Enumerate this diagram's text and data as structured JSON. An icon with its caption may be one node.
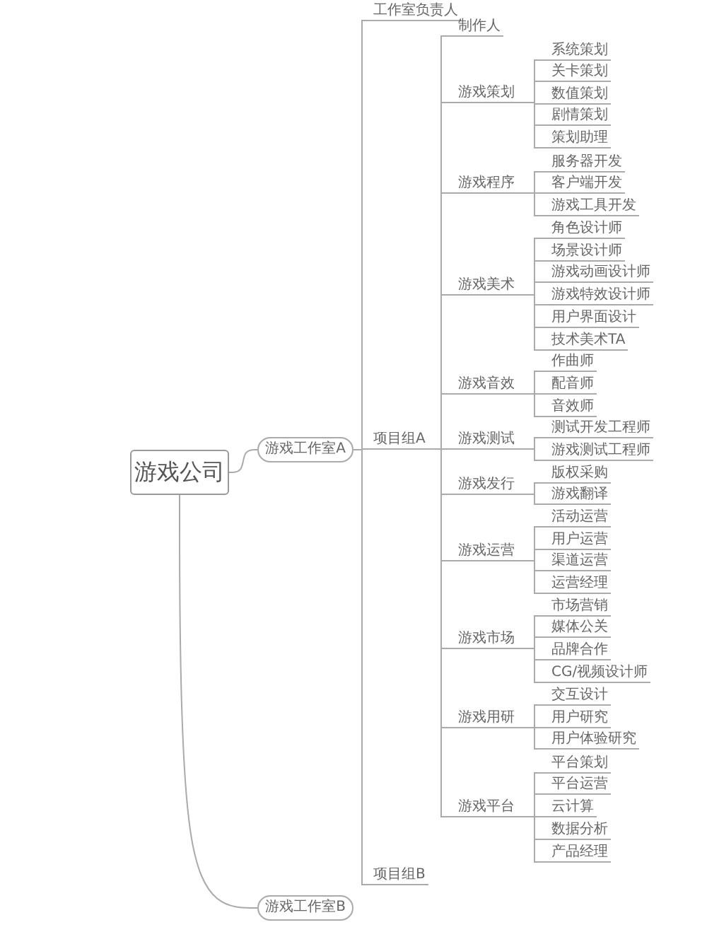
{
  "diagram": {
    "nodes": [
      {
        "text": [
          "游戏公司"
        ]
      },
      {
        "text": [
          "游戏工作室A"
        ]
      },
      {
        "text": [
          "工作室负责人"
        ]
      },
      {
        "text": [
          "项目组A"
        ]
      },
      {
        "text": [
          "制作人"
        ]
      },
      {
        "text": [
          "游戏策划"
        ]
      },
      {
        "text": [
          "系统策划"
        ]
      },
      {
        "text": [
          "关卡策划"
        ]
      },
      {
        "text": [
          "数值策划"
        ]
      },
      {
        "text": [
          "剧情策划"
        ]
      },
      {
        "text": [
          "策划助理"
        ]
      },
      {
        "text": [
          "游戏程序"
        ]
      },
      {
        "text": [
          "服务器开发"
        ]
      },
      {
        "text": [
          "客户端开发"
        ]
      },
      {
        "text": [
          "游戏工具开发"
        ]
      },
      {
        "text": [
          "游戏美术"
        ]
      },
      {
        "text": [
          "角色设计师"
        ]
      },
      {
        "text": [
          "场景设计师"
        ]
      },
      {
        "text": [
          "游戏动画设计师"
        ]
      },
      {
        "text": [
          "游戏特效设计师"
        ]
      },
      {
        "text": [
          "用户界面设计"
        ]
      },
      {
        "text": [
          "技术美术TA"
        ]
      },
      {
        "text": [
          "游戏音效"
        ]
      },
      {
        "text": [
          "作曲师"
        ]
      },
      {
        "text": [
          "配音师"
        ]
      },
      {
        "text": [
          "音效师"
        ]
      },
      {
        "text": [
          "游戏测试"
        ]
      },
      {
        "text": [
          "测试开发工程师"
        ]
      },
      {
        "text": [
          "游戏测试工程师"
        ]
      },
      {
        "text": [
          "游戏发行"
        ]
      },
      {
        "text": [
          "版权采购"
        ]
      },
      {
        "text": [
          "游戏翻译"
        ]
      },
      {
        "text": [
          "游戏运营"
        ]
      },
      {
        "text": [
          "活动运营"
        ]
      },
      {
        "text": [
          "用户运营"
        ]
      },
      {
        "text": [
          "渠道运营"
        ]
      },
      {
        "text": [
          "运营经理"
        ]
      },
      {
        "text": [
          "游戏市场"
        ]
      },
      {
        "text": [
          "市场营销"
        ]
      },
      {
        "text": [
          "媒体公关"
        ]
      },
      {
        "text": [
          "品牌合作"
        ]
      },
      {
        "text": [
          "CG/视频设计师"
        ]
      },
      {
        "text": [
          "游戏用研"
        ]
      },
      {
        "text": [
          "交互设计"
        ]
      },
      {
        "text": [
          "用户研究"
        ]
      },
      {
        "text": [
          "用户体验研究"
        ]
      },
      {
        "text": [
          "游戏平台"
        ]
      },
      {
        "text": [
          "平台策划"
        ]
      },
      {
        "text": [
          "平台运营"
        ]
      },
      {
        "text": [
          "云计算"
        ]
      },
      {
        "text": [
          "数据分析"
        ]
      },
      {
        "text": [
          "产品经理"
        ]
      },
      {
        "text": [
          "项目组B"
        ]
      },
      {
        "text": [
          "游戏工作室B"
        ]
      }
    ],
    "edges": [
      {
        "from": 0,
        "to": 1,
        "arrow": "none"
      },
      {
        "from": 0,
        "to": 53,
        "arrow": "none"
      },
      {
        "from": 1,
        "to": 2,
        "arrow": "none"
      },
      {
        "from": 1,
        "to": 3,
        "arrow": "none"
      },
      {
        "from": 1,
        "to": 52,
        "arrow": "none"
      },
      {
        "from": 3,
        "to": 4,
        "arrow": "none"
      },
      {
        "from": 3,
        "to": 5,
        "arrow": "none"
      },
      {
        "from": 3,
        "to": 11,
        "arrow": "none"
      },
      {
        "from": 3,
        "to": 15,
        "arrow": "none"
      },
      {
        "from": 3,
        "to": 22,
        "arrow": "none"
      },
      {
        "from": 3,
        "to": 26,
        "arrow": "none"
      },
      {
        "from": 3,
        "to": 29,
        "arrow": "none"
      },
      {
        "from": 3,
        "to": 32,
        "arrow": "none"
      },
      {
        "from": 3,
        "to": 37,
        "arrow": "none"
      },
      {
        "from": 3,
        "to": 42,
        "arrow": "none"
      },
      {
        "from": 3,
        "to": 46,
        "arrow": "none"
      },
      {
        "from": 5,
        "to": 6,
        "arrow": "none"
      },
      {
        "from": 5,
        "to": 7,
        "arrow": "none"
      },
      {
        "from": 5,
        "to": 8,
        "arrow": "none"
      },
      {
        "from": 5,
        "to": 9,
        "arrow": "none"
      },
      {
        "from": 5,
        "to": 10,
        "arrow": "none"
      },
      {
        "from": 11,
        "to": 12,
        "arrow": "none"
      },
      {
        "from": 11,
        "to": 13,
        "arrow": "none"
      },
      {
        "from": 11,
        "to": 14,
        "arrow": "none"
      },
      {
        "from": 15,
        "to": 16,
        "arrow": "none"
      },
      {
        "from": 15,
        "to": 17,
        "arrow": "none"
      },
      {
        "from": 15,
        "to": 18,
        "arrow": "none"
      },
      {
        "from": 15,
        "to": 19,
        "arrow": "none"
      },
      {
        "from": 15,
        "to": 20,
        "arrow": "none"
      },
      {
        "from": 15,
        "to": 21,
        "arrow": "none"
      },
      {
        "from": 22,
        "to": 23,
        "arrow": "none"
      },
      {
        "from": 22,
        "to": 24,
        "arrow": "none"
      },
      {
        "from": 22,
        "to": 25,
        "arrow": "none"
      },
      {
        "from": 26,
        "to": 27,
        "arrow": "none"
      },
      {
        "from": 26,
        "to": 28,
        "arrow": "none"
      },
      {
        "from": 29,
        "to": 30,
        "arrow": "none"
      },
      {
        "from": 29,
        "to": 31,
        "arrow": "none"
      },
      {
        "from": 32,
        "to": 33,
        "arrow": "none"
      },
      {
        "from": 32,
        "to": 34,
        "arrow": "none"
      },
      {
        "from": 32,
        "to": 35,
        "arrow": "none"
      },
      {
        "from": 32,
        "to": 36,
        "arrow": "none"
      },
      {
        "from": 37,
        "to": 38,
        "arrow": "none"
      },
      {
        "from": 37,
        "to": 39,
        "arrow": "none"
      },
      {
        "from": 37,
        "to": 40,
        "arrow": "none"
      },
      {
        "from": 37,
        "to": 41,
        "arrow": "none"
      },
      {
        "from": 42,
        "to": 43,
        "arrow": "none"
      },
      {
        "from": 42,
        "to": 44,
        "arrow": "none"
      },
      {
        "from": 42,
        "to": 45,
        "arrow": "none"
      },
      {
        "from": 46,
        "to": 47,
        "arrow": "none"
      },
      {
        "from": 46,
        "to": 48,
        "arrow": "none"
      },
      {
        "from": 46,
        "to": 49,
        "arrow": "none"
      },
      {
        "from": 46,
        "to": 50,
        "arrow": "none"
      },
      {
        "from": 46,
        "to": 51,
        "arrow": "none"
      }
    ]
  }
}
